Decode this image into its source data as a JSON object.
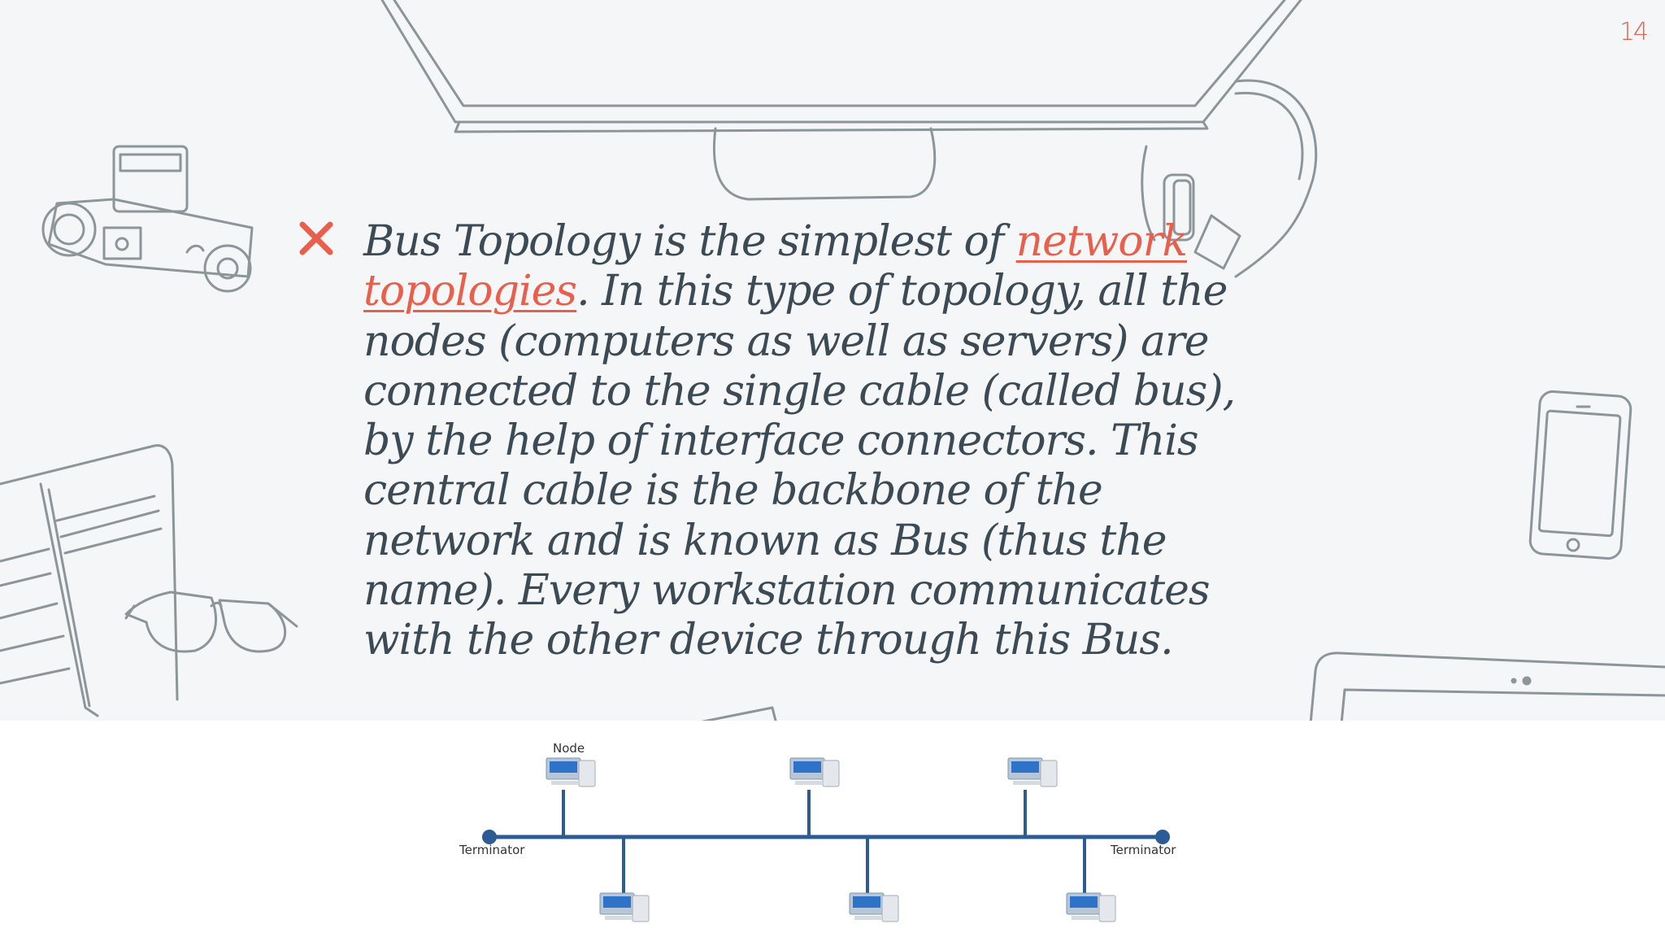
{
  "slide": {
    "page_number": "14",
    "accent_color": "#e8604c",
    "text_color": "#3b4a54",
    "bullet_icon": "x-mark-icon",
    "paragraph": {
      "intro": "Bus Topology is the simplest of ",
      "link_text": "network topologies",
      "rest": ". In this type of topology, all the nodes (computers as well as servers) are connected to the single cable (called bus), by the help of interface connectors. This central cable is the backbone of the network and is known as Bus (thus the name). Every workstation communicates with the other device through this Bus."
    }
  },
  "diagram": {
    "node_label": "Node",
    "terminator_left": "Terminator",
    "terminator_right": "Terminator",
    "bus_color": "#2d5b95",
    "node_count_top": 3,
    "node_count_bottom": 3
  }
}
